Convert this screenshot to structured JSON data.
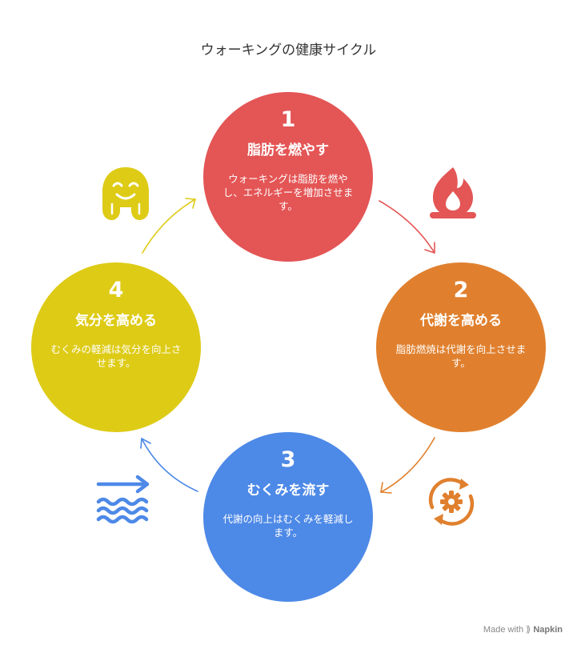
{
  "title": "ウォーキングの健康サイクル",
  "steps": [
    {
      "num": "1",
      "heading": "脂肪を燃やす",
      "desc": "ウォーキングは脂肪を燃やし、エネルギーを増加させます。",
      "color": "#e45555",
      "icon": "flame-icon"
    },
    {
      "num": "2",
      "heading": "代謝を高める",
      "desc": "脂肪燃焼は代謝を向上させます。",
      "color": "#e0802e",
      "icon": "gear-refresh-icon"
    },
    {
      "num": "3",
      "heading": "むくみを流す",
      "desc": "代謝の向上はむくみを軽減します。",
      "color": "#4d89e7",
      "icon": "water-flow-icon"
    },
    {
      "num": "4",
      "heading": "気分を高める",
      "desc": "むくみの軽減は気分を向上させます。",
      "color": "#decb16",
      "icon": "happy-face-icon"
    }
  ],
  "footer": {
    "made_with": "Made with",
    "brand": "Napkin"
  }
}
